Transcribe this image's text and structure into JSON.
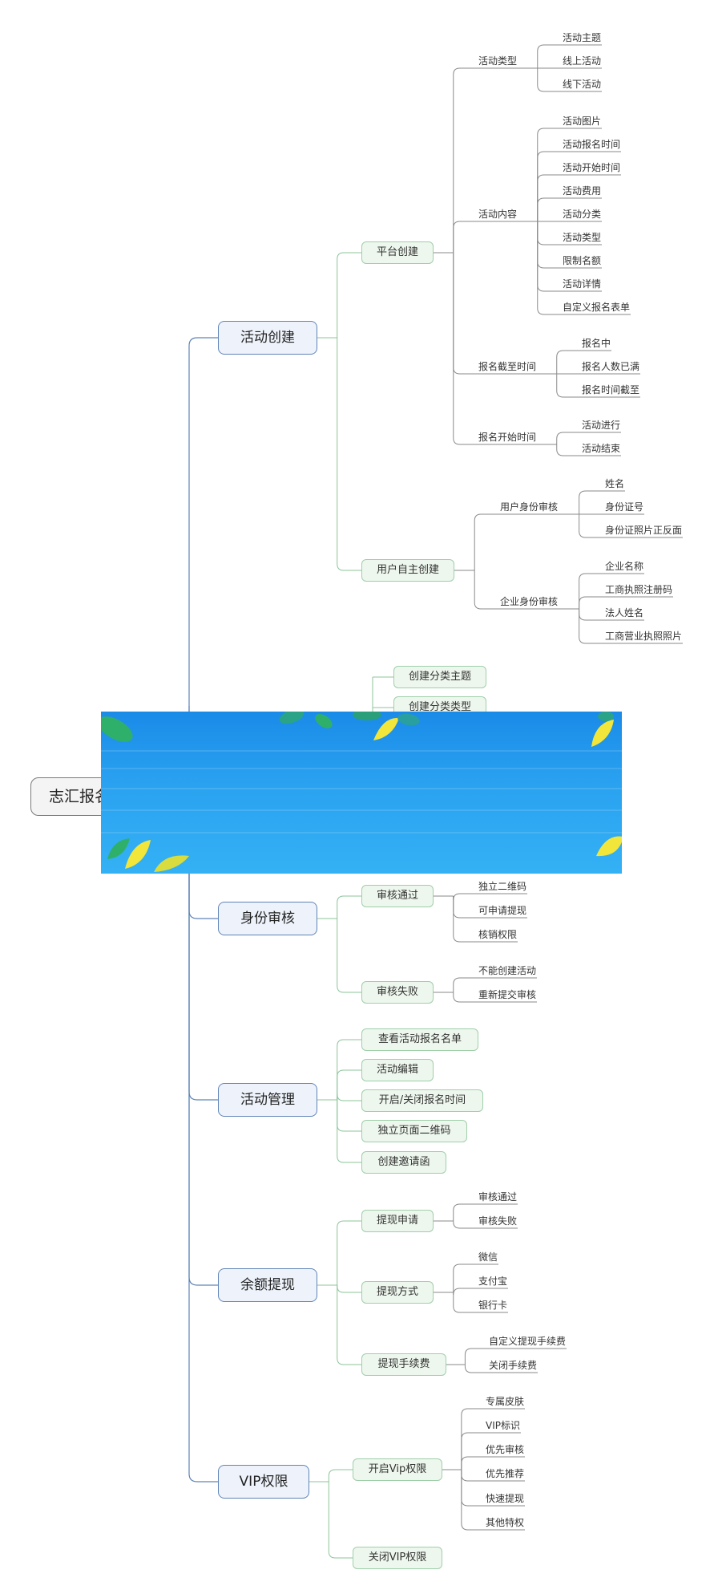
{
  "root": {
    "label": "志汇报名"
  },
  "branches": [
    {
      "id": "b1",
      "label": "活动创建",
      "children": [
        {
          "id": "b1a",
          "label": "平台创建",
          "children": [
            {
              "id": "b1a1",
              "label": "活动类型",
              "children": [
                "活动主题",
                "线上活动",
                "线下活动"
              ]
            },
            {
              "id": "b1a2",
              "label": "活动内容",
              "children": [
                "活动图片",
                "活动报名时间",
                "活动开始时间",
                "活动费用",
                "活动分类",
                "活动类型",
                "限制名额",
                "活动详情",
                "自定义报名表单"
              ]
            },
            {
              "id": "b1a3",
              "label": "报名截至时间",
              "children": [
                "报名中",
                "报名人数已满",
                "报名时间截至"
              ]
            },
            {
              "id": "b1a4",
              "label": "报名开始时间",
              "children": [
                "活动进行",
                "活动结束"
              ]
            }
          ]
        },
        {
          "id": "b1b",
          "label": "用户自主创建",
          "children": [
            {
              "id": "b1b1",
              "label": "用户身份审核",
              "children": [
                "姓名",
                "身份证号",
                "身份证照片正反面"
              ]
            },
            {
              "id": "b1b2",
              "label": "企业身份审核",
              "children": [
                "企业名称",
                "工商执照注册码",
                "法人姓名",
                "工商营业执照照片"
              ]
            }
          ]
        }
      ]
    },
    {
      "id": "b2",
      "label": "",
      "children": [
        {
          "id": "b2a",
          "label": "创建分类主题",
          "children": []
        },
        {
          "id": "b2b",
          "label": "创建分类类型",
          "children": []
        }
      ]
    },
    {
      "id": "b3",
      "label": "身份审核",
      "children": [
        {
          "id": "b3a",
          "label": "审核通过",
          "children": [
            "独立二维码",
            "可申请提现",
            "核销权限"
          ]
        },
        {
          "id": "b3b",
          "label": "审核失败",
          "children": [
            "不能创建活动",
            "重新提交审核"
          ]
        }
      ]
    },
    {
      "id": "b4",
      "label": "活动管理",
      "children": [
        {
          "id": "b4a",
          "label": "查看活动报名名单",
          "children": []
        },
        {
          "id": "b4b",
          "label": "活动编辑",
          "children": []
        },
        {
          "id": "b4c",
          "label": "开启/关闭报名时间",
          "children": []
        },
        {
          "id": "b4d",
          "label": "独立页面二维码",
          "children": []
        },
        {
          "id": "b4e",
          "label": "创建邀请函",
          "children": []
        }
      ]
    },
    {
      "id": "b5",
      "label": "余额提现",
      "children": [
        {
          "id": "b5a",
          "label": "提现申请",
          "children": [
            "审核通过",
            "审核失败"
          ]
        },
        {
          "id": "b5b",
          "label": "提现方式",
          "children": [
            "微信",
            "支付宝",
            "银行卡"
          ]
        },
        {
          "id": "b5c",
          "label": "提现手续费",
          "children": [
            "自定义提现手续费",
            "关闭手续费"
          ]
        }
      ]
    },
    {
      "id": "b6",
      "label": "VIP权限",
      "children": [
        {
          "id": "b6a",
          "label": "开启Vip权限",
          "children": [
            "专属皮肤",
            "VIP标识",
            "优先审核",
            "优先推荐",
            "快速提现",
            "其他特权"
          ]
        },
        {
          "id": "b6b",
          "label": "关闭VIP权限",
          "children": []
        }
      ]
    }
  ],
  "colors": {
    "main_line": "#5f84b6",
    "sub_line": "#8cc49a",
    "leaf_line": "#8a8a8a",
    "banner_top": "#1a8be8",
    "banner_bottom": "#34b1f5",
    "leaf_color": "#f2e63a"
  },
  "banner": {
    "icon": "leaf-decoration-icon"
  }
}
